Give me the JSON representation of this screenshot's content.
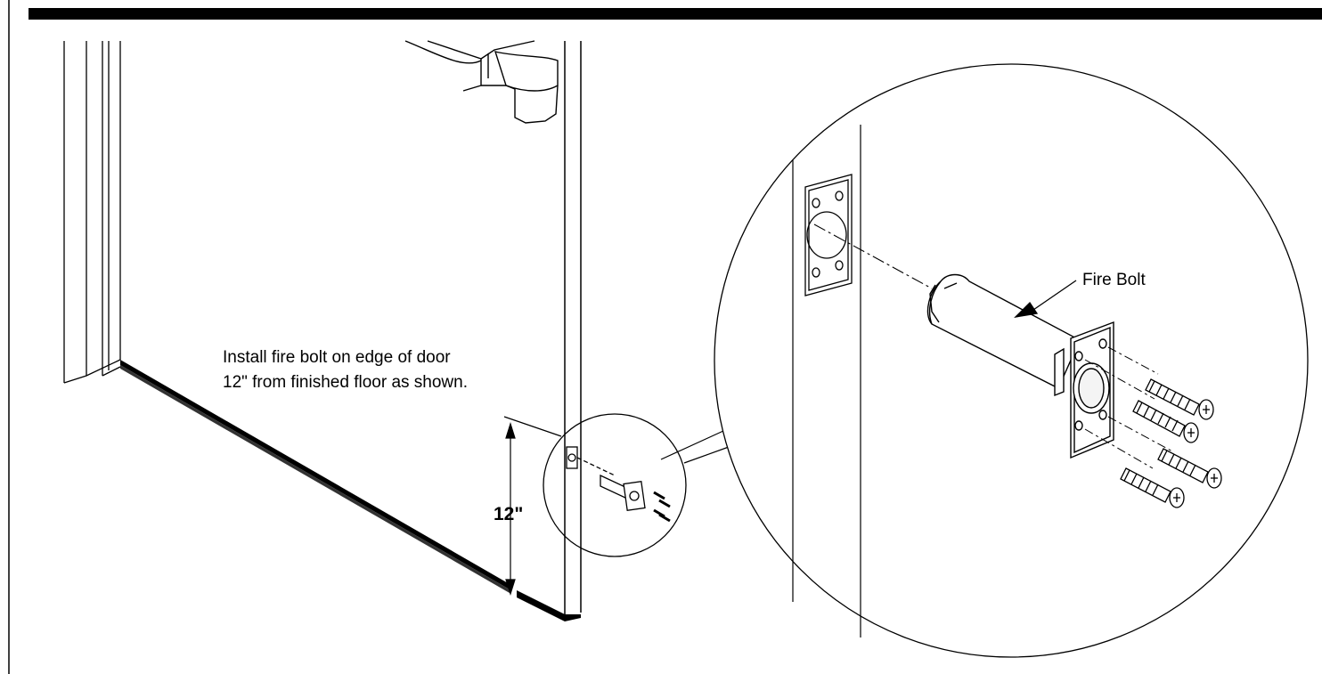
{
  "instructions": {
    "line1": "Install fire bolt on edge of door",
    "line2": "12\" from finished floor as shown."
  },
  "dimension_label": "12\"",
  "callout_label": "Fire Bolt"
}
